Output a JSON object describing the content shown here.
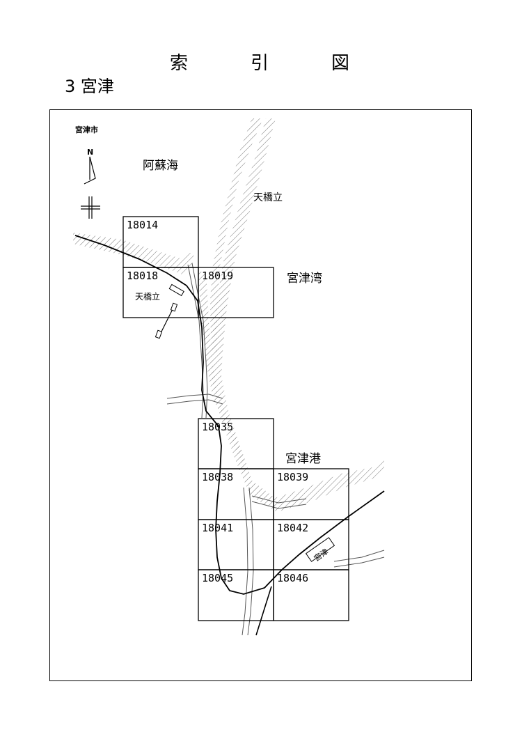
{
  "page": {
    "title_chars": [
      "索",
      "引",
      "図"
    ],
    "subtitle": "3 宮津"
  },
  "map": {
    "city_label": "宮津市",
    "north_label": "N",
    "place_labels": {
      "asokai": "阿蘇海",
      "amanohashidate_top": "天橋立",
      "miyazu_bay": "宮津湾",
      "amanohashidate_station": "天橋立",
      "miyazu_port": "宮津港",
      "miyazu_station": "宮津"
    },
    "sheets": [
      {
        "id": "18014"
      },
      {
        "id": "18018"
      },
      {
        "id": "18019"
      },
      {
        "id": "18035"
      },
      {
        "id": "18038"
      },
      {
        "id": "18039"
      },
      {
        "id": "18041"
      },
      {
        "id": "18042"
      },
      {
        "id": "18045"
      },
      {
        "id": "18046"
      }
    ]
  }
}
